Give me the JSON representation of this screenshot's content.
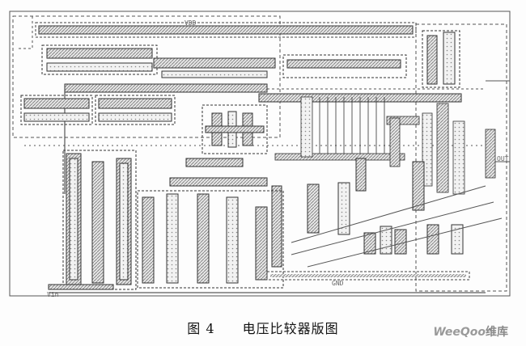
{
  "caption": {
    "figure_number": "图 4",
    "title": "电压比较器版图"
  },
  "watermark": {
    "brand_latin": "WeeQoo",
    "brand_cn": "维库"
  },
  "labels": {
    "vdd": "VDD",
    "gnd": "GND",
    "out": "OUT",
    "vin": "Vin"
  }
}
